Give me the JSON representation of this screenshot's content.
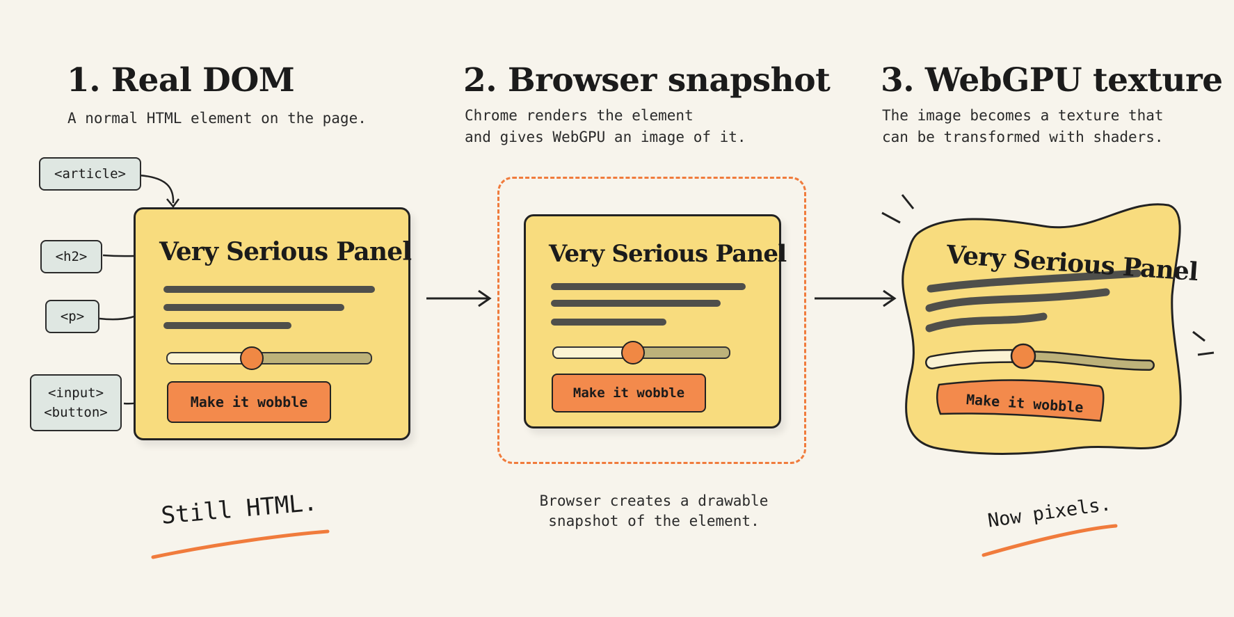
{
  "steps": [
    {
      "title": "1. Real DOM",
      "subtitle": "A normal HTML element on the page.",
      "footer": "Still HTML."
    },
    {
      "title": "2. Browser snapshot",
      "subtitle_lines": [
        "Chrome renders the element",
        "and gives WebGPU an image of it."
      ],
      "footer_lines": [
        "Browser creates a drawable",
        "snapshot of the element."
      ]
    },
    {
      "title": "3. WebGPU texture",
      "subtitle_lines": [
        "The image becomes a texture that",
        "can be transformed with shaders."
      ],
      "footer": "Now pixels."
    }
  ],
  "tags": {
    "article": "<article>",
    "h2": "<h2>",
    "p": "<p>",
    "input": "<input>",
    "button": "<button>"
  },
  "panel": {
    "heading": "Very Serious Panel",
    "button_label": "Make it wobble",
    "slider_value": 0.42
  },
  "colors": {
    "background": "#f7f4ec",
    "panel": "#f8dc7e",
    "accent": "#f07b3c",
    "button": "#f38a4c",
    "tag": "#dfe7e2"
  }
}
